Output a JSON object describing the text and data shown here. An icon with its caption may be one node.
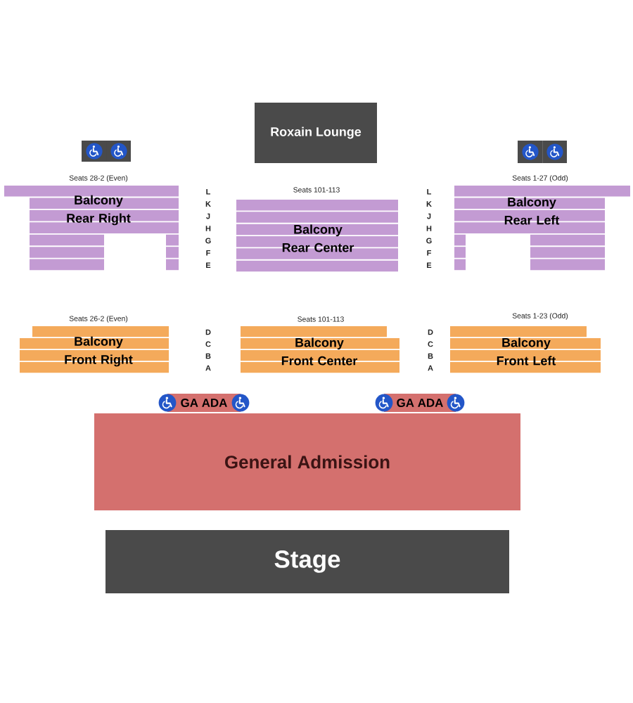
{
  "diagram": {
    "nodes": [
      {
        "text": [
          "Roxain Lounge"
        ]
      },
      {
        "text": [
          "Balcony Rear Right"
        ],
        "beside": [
          "Seats 28-2 (Even)"
        ]
      },
      {
        "text": [
          "Balcony Rear Center"
        ],
        "beside": [
          "Seats 101-113"
        ]
      },
      {
        "text": [
          "Balcony Rear Left"
        ],
        "beside": [
          "Seats 1-27 (Odd)"
        ]
      },
      {
        "text": [
          "Balcony Front Right"
        ],
        "beside": [
          "Seats 26-2 (Even)"
        ]
      },
      {
        "text": [
          "Balcony Front Center"
        ],
        "beside": [
          "Seats 101-113"
        ]
      },
      {
        "text": [
          "Balcony Front Left"
        ],
        "beside": [
          "Seats 1-23 (Odd)"
        ]
      },
      {
        "text": [
          "GA ADA"
        ]
      },
      {
        "text": [
          "GA ADA"
        ]
      },
      {
        "text": [
          "General Admission"
        ]
      },
      {
        "text": [
          "Stage"
        ]
      }
    ],
    "labels": [
      "L",
      "K",
      "J",
      "H",
      "G",
      "F",
      "E",
      "L",
      "K",
      "J",
      "H",
      "G",
      "F",
      "E",
      "D",
      "C",
      "B",
      "A",
      "D",
      "C",
      "B",
      "A"
    ]
  }
}
